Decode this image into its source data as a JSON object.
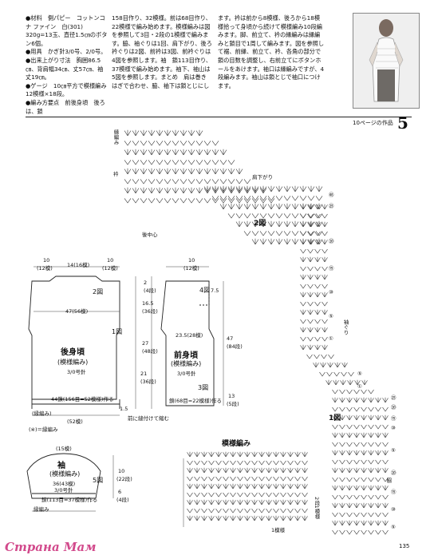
{
  "intro": {
    "col1": "●材料　側パピー　コットンコナ ファイン　白(301)　320g=13玉、直径1.5㎝のボタン6個。\n●用具　かぎ針3/0号、2/0号。\n●出来上がり寸法　胸囲86.5㎝、背肩幅34㎝、丈57㎝、袖丈19㎝。\n●ゲージ　10㎝平方で模様編み12模様×18段。\n●編み方要点　前後身頃　後ろは、鎖",
    "col2": "158目作り、32模様。前は68目作り、22模様で編み始めます。模様編みは図を参照して3目・2段の1模様で編みます。脇、袖ぐりは1回、肩下がり、後ろ衿ぐりは2図、前衿は3図、前衿ぐりは4図を参照します。袖　鎖113目作り、37模様で編み始めます。袖下、袖山は5図を参照します。まとめ　肩は巻きはぎで合わせ、脇、袖下は鎖とじにし",
    "col3": "ます。衿は前から8模様、後ろから18模様拾って身頃から続けて模様編み10段編みます。脚、前立て、衿の縁編みは縁編みと鎖目で1周して編みます。図を参照して裾、前縁、前立て、衿、各角の部分で鎖の目数を調整し、右前立てにボタンホールをあけます。袖口は縁編みですが、4段編みます。袖山は鎖とじで袖口につけます。"
  },
  "header": {
    "caption": "10ページの作品",
    "page_number": "5",
    "page_number_bottom": "135"
  },
  "watermark": "Страна Мам",
  "diagram2": {
    "title": "2図",
    "edge_label": "縁編み",
    "collar_label": "衿",
    "shoulder_label": "肩下がり",
    "center_back": "後中心",
    "row_marks": [
      "㉕",
      "⑳",
      "⑮",
      "⑩",
      "⑤",
      "①",
      "㊽"
    ]
  },
  "diagram1": {
    "title": "1図",
    "sleeve_label": "袖ぐり",
    "side_label": "脇",
    "row_marks": [
      "㉕",
      "⑳",
      "⑮",
      "⑩",
      "⑤",
      "①",
      "⑤",
      "⑳",
      "⑮",
      "⑩",
      "⑤"
    ]
  },
  "back": {
    "title": "後身頃",
    "subtitle": "(模様編み)",
    "needle": "3/0号針",
    "fig_ref": "2図",
    "fig_ref2": "1図",
    "top_dims": [
      "10",
      "(12模)",
      "14(16模)",
      "10",
      "(12模)"
    ],
    "width_label": "47(56模)",
    "bottom_label": "44鎖(156目=52模様)作る",
    "edge_label": "(縁編み)",
    "bottom_width": "(52模)",
    "hem_note": "前に縫付けて縮む",
    "note": "(※)＝縁編み"
  },
  "front": {
    "title": "前身頃",
    "subtitle": "(模様編み)",
    "needle": "3/0号針",
    "fig_ref": "4図",
    "fig_ref2": "3図",
    "top_dims": [
      "10",
      "(12模)",
      "7.5"
    ],
    "width_label": "23.5(28模)",
    "bottom_label": "鎖(68目=22模様)作る",
    "side_dims": [
      "13",
      "(5段)"
    ]
  },
  "vertical_dims": [
    "2",
    "(4段)",
    "16.5",
    "(36段)",
    "27",
    "(48段)",
    "21",
    "(36段)",
    "47",
    "(84段)",
    "1.5"
  ],
  "sleeve": {
    "title": "袖",
    "subtitle": "(模様編み)",
    "needle": "3/0号針",
    "top_dim": "(15模)",
    "width_label": "36(43模)",
    "bottom_label": "鎖(113目=37模様)作る",
    "fig_ref": "5図",
    "edge_label": "縁編み",
    "side_dims": [
      "10",
      "(22段)",
      "6",
      "(4段)"
    ]
  },
  "pattern": {
    "title": "模様編み",
    "repeat_label": "1模様",
    "row_label": "2段1模様"
  }
}
